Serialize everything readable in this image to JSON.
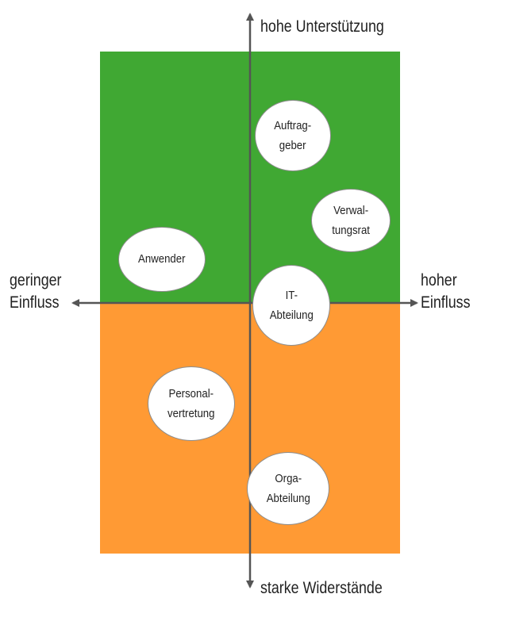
{
  "axes": {
    "top": "hohe Unterstützung",
    "bottom": "starke Widerstände",
    "left": "geringer\nEinfluss",
    "right": "hoher\nEinfluss"
  },
  "quadrant_colors": {
    "support": "#40A833",
    "resistance": "#FF9A34",
    "axis": "#555555"
  },
  "stakeholders": {
    "auftraggeber": "Auftrag-\ngeber",
    "verwaltungsrat": "Verwal-\ntungsrat",
    "anwender": "Anwender",
    "it_abteilung": "IT-\nAbteilung",
    "personalvertretung": "Personal-\nvertretung",
    "orga_abteilung": "Orga-\nAbteilung"
  }
}
